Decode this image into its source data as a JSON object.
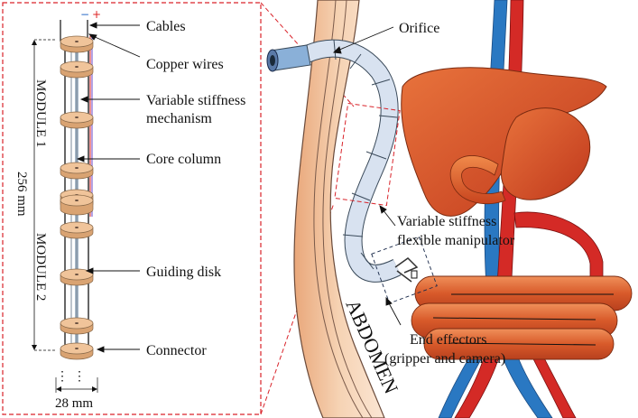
{
  "labels": {
    "cables": "Cables",
    "copper_wires": "Copper wires",
    "vs_mechanism_line1": "Variable stiffness",
    "vs_mechanism_line2": "mechanism",
    "core_column": "Core column",
    "guiding_disk": "Guiding disk",
    "connector": "Connector",
    "module1": "MODULE 1",
    "module2": "MODULE 2",
    "length": "256 mm",
    "width": "28 mm",
    "ellipsis1": "⋮",
    "ellipsis2": "⋮",
    "orifice": "Orifice",
    "vs_manip_line1": "Variable stiffness",
    "vs_manip_line2": "flexible manipulator",
    "end_eff_line1": "End effectors",
    "end_eff_line2": "(gripper and camera)",
    "abdomen": "ABDOMEN",
    "polarity_minus": "−",
    "polarity_plus": "+"
  },
  "colors": {
    "disk": "#f0c49a",
    "disk_stroke": "#8a6a4a",
    "dashed_box": "#d9232a",
    "skin": "#f4c9a0",
    "manipulator": "#d8e2f0",
    "aorta": "#d42a26",
    "vena": "#2a78c2",
    "organ": "#d8562a",
    "organ_dark": "#b8401e"
  }
}
